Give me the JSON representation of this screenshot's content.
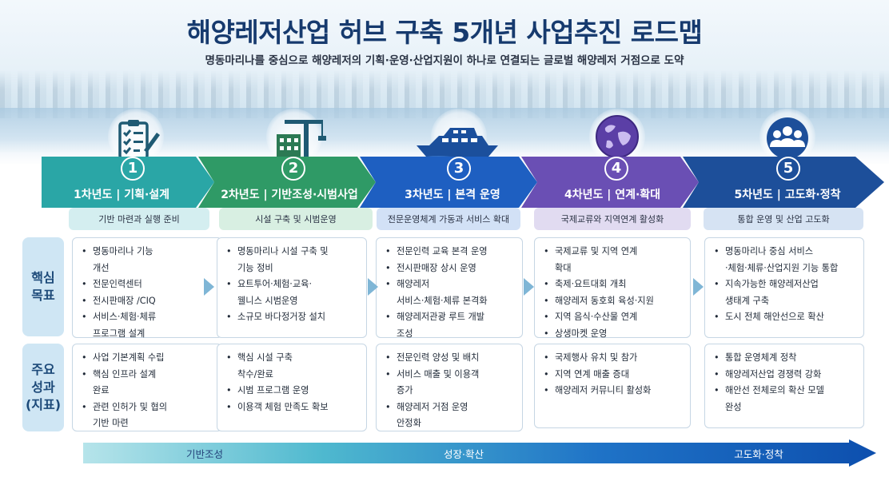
{
  "title": "해양레저산업 허브 구축 5개년 사업추진 로드맵",
  "subtitle": "명동마리나를 중심으로 해양레저의 기획·운영·산업지원이 하나로 연결되는 글로벌 해양레저 거점으로 도약",
  "colors": {
    "title": "#163a6e",
    "phase1": "#2aa6a6",
    "phase2": "#2f9a66",
    "phase3": "#1e5fc1",
    "phase4": "#6a4fb4",
    "phase5": "#1d4f9a"
  },
  "icons": [
    "clipboard-checklist-icon",
    "crane-building-icon",
    "yacht-icon",
    "globe-icon",
    "people-group-icon"
  ],
  "phases": [
    {
      "number": "1",
      "title": "1차년도 | 기획·설계",
      "banner": "기반 마련과 실행 준비"
    },
    {
      "number": "2",
      "title": "2차년도 | 기반조성·시범사업",
      "banner": "시설 구축 및 시범운영"
    },
    {
      "number": "3",
      "title": "3차년도 | 본격 운영",
      "banner": "전문운영체계 가동과 서비스 확대"
    },
    {
      "number": "4",
      "title": "4차년도 | 연계·확대",
      "banner": "국제교류와 지역연계 활성화"
    },
    {
      "number": "5",
      "title": "5차년도 | 고도화·정착",
      "banner": "통합 운영 및 산업 고도화"
    }
  ],
  "row_labels": {
    "goals": "핵심\n목표",
    "outcomes": "주요\n성과\n(지표)"
  },
  "goals": [
    [
      "명동마리나 기능\n개선",
      "전문인력센터",
      "전시판매장 /CIQ",
      "서비스·체험·체류\n프로그램 설계"
    ],
    [
      "명동마리나 시설 구축 및\n기능 정비",
      "요트투어·체험·교육·\n웰니스 시범운영",
      "소규모 바다정거장 설치"
    ],
    [
      "전문인력 교육 본격 운영",
      "전시판매장 상시 운영",
      "해양레저\n서비스·체험·체류 본격화",
      "해양레저관광 루트 개발\n조성"
    ],
    [
      "국제교류 및 지역 연계\n확대",
      "축제·요트대회 개최",
      "해양레저 동호회 육성·지원",
      "지역 음식·수산물 연계",
      "상생마켓 운영"
    ],
    [
      "명동마리나 중심 서비스\n·체험·체류·산업지원 기능 통합",
      "지속가능한 해양레저산업\n생태계 구축",
      "도시 전체 해안선으로 확산"
    ]
  ],
  "outcomes": [
    [
      "사업 기본계획 수립",
      "핵심 인프라 설계\n완료",
      "관련 인허가 및 협의\n기반 마련"
    ],
    [
      "핵심 시설 구축\n착수/완료",
      "시범 프로그램 운영",
      "이용객 체험 만족도 확보"
    ],
    [
      "전문인력 양성 및 배치",
      "서비스 매출 및 이용객\n증가",
      "해양레저 거점 운영\n안정화"
    ],
    [
      "국제행사 유치 및 참가",
      "지역 연계 매출 증대",
      "해양레저 커뮤니티 활성화"
    ],
    [
      "통합 운영체계 정착",
      "해양레저산업 경쟁력 강화",
      "해안선 전체로의 확산 모델\n완성"
    ]
  ],
  "timeline": [
    "기반조성",
    "성장·확산",
    "고도화·정착"
  ]
}
